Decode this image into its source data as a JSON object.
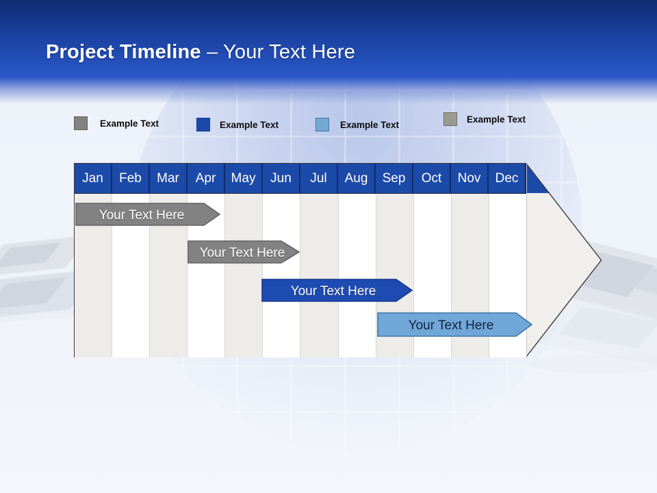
{
  "slide": {
    "title_bold": "Project Timeline",
    "title_rest": " – Your Text Here"
  },
  "legend": {
    "items": [
      {
        "label": "Example Text",
        "color": "#828282",
        "border": "#5c5c5c"
      },
      {
        "label": "Example Text",
        "color": "#1c49ac",
        "border": "#123a84"
      },
      {
        "label": "Example Text",
        "color": "#74a9d3",
        "border": "#41759e"
      },
      {
        "label": "Example Text",
        "color": "#9c9a90",
        "border": "#6f6d64"
      }
    ]
  },
  "timeline": {
    "months": [
      "Jan",
      "Feb",
      "Mar",
      "Apr",
      "May",
      "Jun",
      "Jul",
      "Aug",
      "Sep",
      "Oct",
      "Nov",
      "Dec"
    ],
    "header_color": "#1c4aa8",
    "header_divider_color": "#0f2d6b",
    "stripe_gray": "#edece9",
    "stripe_white": "#ffffff",
    "arrow_body_color": "#f0efec",
    "bars": [
      {
        "label": "Your Text Here",
        "span": "Jan–Apr",
        "fill": "#828282",
        "border": "#626262",
        "text_color": "#ffffff"
      },
      {
        "label": "Your Text Here",
        "span": "Apr–Jun",
        "fill": "#828282",
        "border": "#626262",
        "text_color": "#ffffff"
      },
      {
        "label": "Your Text Here",
        "span": "Jun–Sep",
        "fill": "#1e4bb2",
        "border": "#15388c",
        "text_color": "#ffffff"
      },
      {
        "label": "Your Text Here",
        "span": "Sep–Dec",
        "fill": "#6fa7d8",
        "border": "#3e74a8",
        "text_color": "#16243e"
      }
    ]
  }
}
